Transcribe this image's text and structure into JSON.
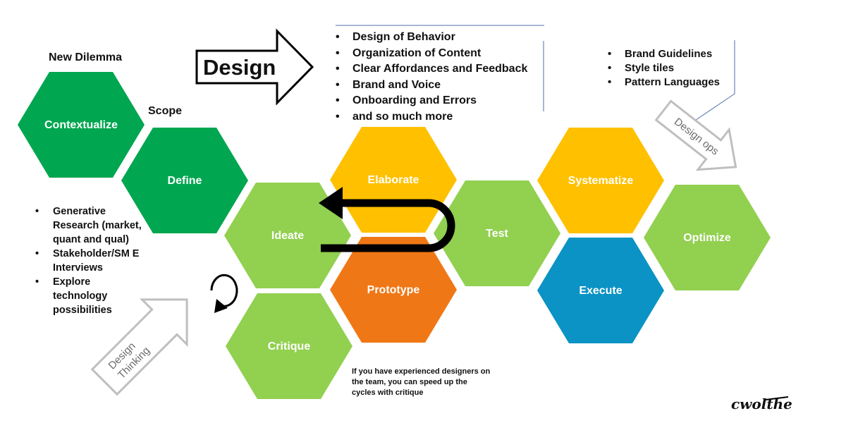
{
  "colors": {
    "dark_green": "#00a650",
    "light_green": "#92d050",
    "yellow": "#ffc000",
    "orange": "#f07716",
    "blue": "#0a93c4",
    "arrow_gray": "#bfbfbf",
    "line_blue": "#4f6ea8"
  },
  "hexagons": {
    "contextualize": "Contextualize",
    "define": "Define",
    "ideate": "Ideate",
    "critique": "Critique",
    "elaborate": "Elaborate",
    "prototype": "Prototype",
    "test": "Test",
    "systematize": "Systematize",
    "execute": "Execute",
    "optimize": "Optimize"
  },
  "labels": {
    "new_dilemma": "New Dilemma",
    "scope": "Scope",
    "design": "Design",
    "design_ops": "Design ops",
    "design_thinking_1": "Design",
    "design_thinking_2": "Thinking",
    "signature": "cwolthe"
  },
  "design_list": [
    "Design of Behavior",
    "Organization of Content",
    "Clear Affordances and Feedback",
    "Brand and Voice",
    "Onboarding and Errors",
    "and so much more"
  ],
  "brand_list": [
    "Brand Guidelines",
    "Style tiles",
    "Pattern Languages"
  ],
  "research_list": [
    "Generative Research (market, quant and qual)",
    "Stakeholder/SM E Interviews",
    "Explore technology possibilities"
  ],
  "critique_note": "If you have experienced  designers on the team, you can speed up the cycles with critique"
}
